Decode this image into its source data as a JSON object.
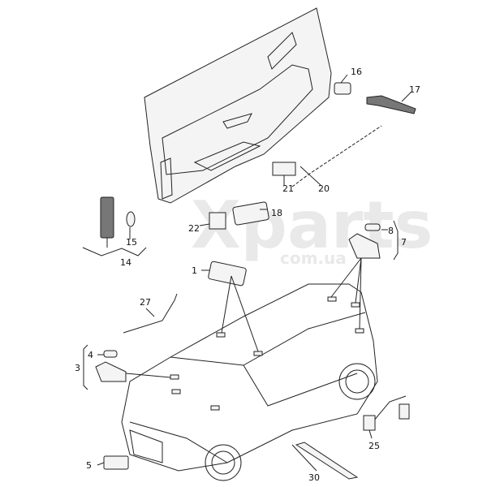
{
  "watermark": {
    "brand": "Xparts",
    "domain": "com.ua"
  },
  "callouts": [
    {
      "id": "16"
    },
    {
      "id": "17"
    },
    {
      "id": "20"
    },
    {
      "id": "21"
    },
    {
      "id": "22"
    },
    {
      "id": "18"
    },
    {
      "id": "15"
    },
    {
      "id": "14"
    },
    {
      "id": "8"
    },
    {
      "id": "7"
    },
    {
      "id": "1"
    },
    {
      "id": "27"
    },
    {
      "id": "4"
    },
    {
      "id": "3"
    },
    {
      "id": "5"
    },
    {
      "id": "25"
    },
    {
      "id": "30"
    }
  ]
}
